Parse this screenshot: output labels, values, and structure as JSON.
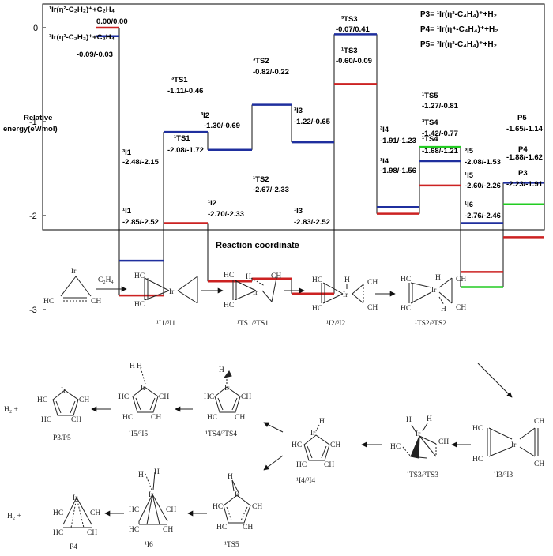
{
  "legend": {
    "p3": "P3= ¹Ir(η²-C₄H₄)⁺+H₂",
    "p4": "P4= ¹Ir(η⁴-C₄H₄)⁺+H₂",
    "p5": "P5= ³Ir(η²-C₄H₄)⁺+H₂"
  },
  "axis": {
    "ylabel_1": "Relative",
    "ylabel_2": "energy(eV/mol)",
    "xlabel": "Reaction coordinate",
    "yticks": [
      "0",
      "-1",
      "-2",
      "-3"
    ]
  },
  "colors": {
    "singlet": "#cc2222",
    "triplet": "#1f2f9e",
    "green": "#22cc22"
  },
  "levels": [
    {
      "id": "r_s",
      "label": "¹Ir(η²-C₂H₂)⁺+C₂H₄",
      "value": "0.00/0.00",
      "energy": 0.0,
      "color": "singlet"
    },
    {
      "id": "r_t",
      "label": "³Ir(η²-C₂H₂)⁺+C₂H₄",
      "value": "-0.09/-0.03",
      "energy": -0.09,
      "color": "triplet"
    },
    {
      "id": "i1_t",
      "label": "³I1",
      "value": "-2.48/-2.15",
      "energy": -2.48,
      "color": "triplet"
    },
    {
      "id": "i1_s",
      "label": "¹I1",
      "value": "-2.85/-2.52",
      "energy": -2.85,
      "color": "singlet"
    },
    {
      "id": "ts1_t",
      "label": "³TS1",
      "value": "-1.11/-0.46",
      "energy": -1.11,
      "color": "triplet"
    },
    {
      "id": "ts1_s",
      "label": "¹TS1",
      "value": "-2.08/-1.72",
      "energy": -2.08,
      "color": "singlet"
    },
    {
      "id": "i2_t",
      "label": "³I2",
      "value": "-1.30/-0.69",
      "energy": -1.3,
      "color": "triplet"
    },
    {
      "id": "i2_s",
      "label": "¹I2",
      "value": "-2.70/-2.33",
      "energy": -2.7,
      "color": "singlet"
    },
    {
      "id": "ts2_t",
      "label": "³TS2",
      "value": "-0.82/-0.22",
      "energy": -0.82,
      "color": "triplet"
    },
    {
      "id": "ts2_s",
      "label": "¹TS2",
      "value": "-2.67/-2.33",
      "energy": -2.67,
      "color": "singlet"
    },
    {
      "id": "i3_t",
      "label": "³I3",
      "value": "-1.22/-0.65",
      "energy": -1.22,
      "color": "triplet"
    },
    {
      "id": "i3_s",
      "label": "¹I3",
      "value": "-2.83/-2.52",
      "energy": -2.83,
      "color": "singlet"
    },
    {
      "id": "ts3_t",
      "label": "³TS3",
      "value": "-0.07/0.41",
      "energy": -0.07,
      "color": "triplet"
    },
    {
      "id": "ts3_s",
      "label": "¹TS3",
      "value": "-0.60/-0.09",
      "energy": -0.6,
      "color": "singlet"
    },
    {
      "id": "i4_t",
      "label": "³I4",
      "value": "-1.91/-1.23",
      "energy": -1.91,
      "color": "triplet"
    },
    {
      "id": "i4_s",
      "label": "¹I4",
      "value": "-1.98/-1.56",
      "energy": -1.98,
      "color": "singlet"
    },
    {
      "id": "ts5",
      "label": "¹TS5",
      "value": "-1.27/-0.81",
      "energy": -1.27,
      "color": "green"
    },
    {
      "id": "ts4_t",
      "label": "³TS4",
      "value": "-1.42/-0.77",
      "energy": -1.42,
      "color": "triplet"
    },
    {
      "id": "ts4_s",
      "label": "¹TS4",
      "value": "-1.68/-1.21",
      "energy": -1.68,
      "color": "singlet"
    },
    {
      "id": "i5_t",
      "label": "³I5",
      "value": "-2.08/-1.53",
      "energy": -2.08,
      "color": "triplet"
    },
    {
      "id": "i5_s",
      "label": "¹I5",
      "value": "-2.60/-2.26",
      "energy": -2.6,
      "color": "singlet"
    },
    {
      "id": "i6",
      "label": "¹I6",
      "value": "-2.76/-2.46",
      "energy": -2.76,
      "color": "green"
    },
    {
      "id": "p5",
      "label": "P5",
      "value": "-1.65/-1.14",
      "energy": -1.65,
      "color": "triplet"
    },
    {
      "id": "p4",
      "label": "P4",
      "value": "-1.88/-1.62",
      "energy": -1.88,
      "color": "green"
    },
    {
      "id": "p3",
      "label": "P3",
      "value": "-2.23/-1.91",
      "energy": -2.23,
      "color": "singlet"
    }
  ],
  "scheme": {
    "c2h4": "C₂H₄",
    "h2": "H₂ +",
    "captions": {
      "i1": "¹I1/³I1",
      "ts1": "¹TS1/³TS1",
      "i2": "¹I2/³I2",
      "ts2": "¹TS2/³TS2",
      "i3": "¹I3/³I3",
      "ts3": "¹TS3/³TS3",
      "i4": "¹I4/³I4",
      "ts4": "¹TS4/³TS4",
      "i5": "¹I5/³I5",
      "p3p5": "P3/P5",
      "ts5": "¹TS5",
      "i6": "¹I6",
      "p4": "P4"
    },
    "atoms": {
      "ir": "Ir",
      "hc": "HC",
      "ch": "CH",
      "h": "H"
    }
  }
}
